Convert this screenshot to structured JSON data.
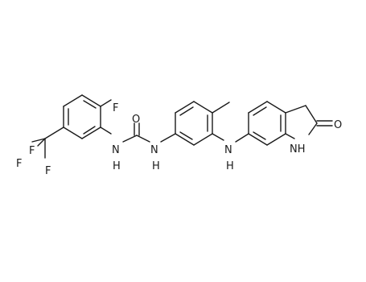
{
  "atoms": {
    "cf3_f_top": "F",
    "cf3_f_left": "F",
    "cf3_f_bottom": "F",
    "aryl_fluoro": "F",
    "urea_carbonyl_o": "O",
    "urea_nh_left": "N",
    "urea_nh_left_h": "H",
    "urea_nh_right": "N",
    "urea_nh_right_h": "H",
    "amine_nh": "N",
    "amine_nh_h": "H",
    "lactam_o": "O",
    "lactam_nh": "NH"
  }
}
